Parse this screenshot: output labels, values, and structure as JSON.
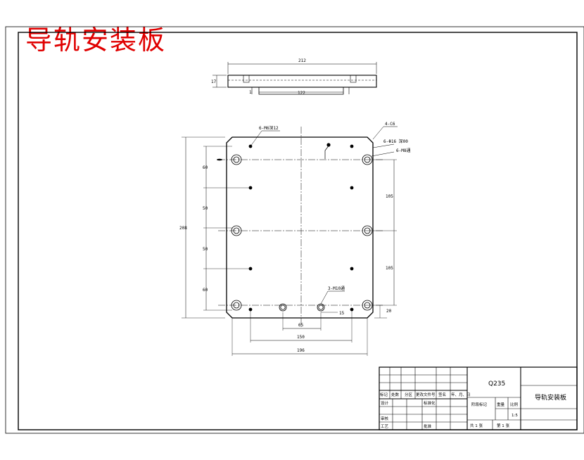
{
  "title": "导轨安装板",
  "colors": {
    "title": "#e00000",
    "line": "#000000",
    "paper": "#ffffff"
  },
  "side_view": {
    "overall_width": "212",
    "thickness": "17",
    "slot_width": "122",
    "small_label": "1"
  },
  "plan_view": {
    "hole_note_1": "6-M6深12",
    "corner_note": "4-C6",
    "hole_note_2": "6-Φ16 深00",
    "hole_note_3": "6-M8通",
    "hole_note_4": "3-M10通",
    "left_spacings": [
      "60",
      "50",
      "50",
      "60"
    ],
    "overall_height": "208",
    "right_dim_1": "105",
    "right_dim_2": "105",
    "right_dim_3": "20",
    "small_dim": "15",
    "bottom_dim_1": "65",
    "bottom_dim_2": "150",
    "bottom_dim_3": "196"
  },
  "title_block": {
    "material": "Q235",
    "part_name": "导轨安装板",
    "row_labels": [
      "标记",
      "处数",
      "分区",
      "更改文件号",
      "签名",
      "年、月、日"
    ],
    "design": "设计",
    "standardization": "标准化",
    "check": "审核",
    "process": "工艺",
    "approve": "批准",
    "stage_mark": "阶段标记",
    "weight": "重量",
    "scale": "比例",
    "scale_value": "1:5",
    "sheets": "共 1 张",
    "sheet_no": "第 1 张"
  }
}
